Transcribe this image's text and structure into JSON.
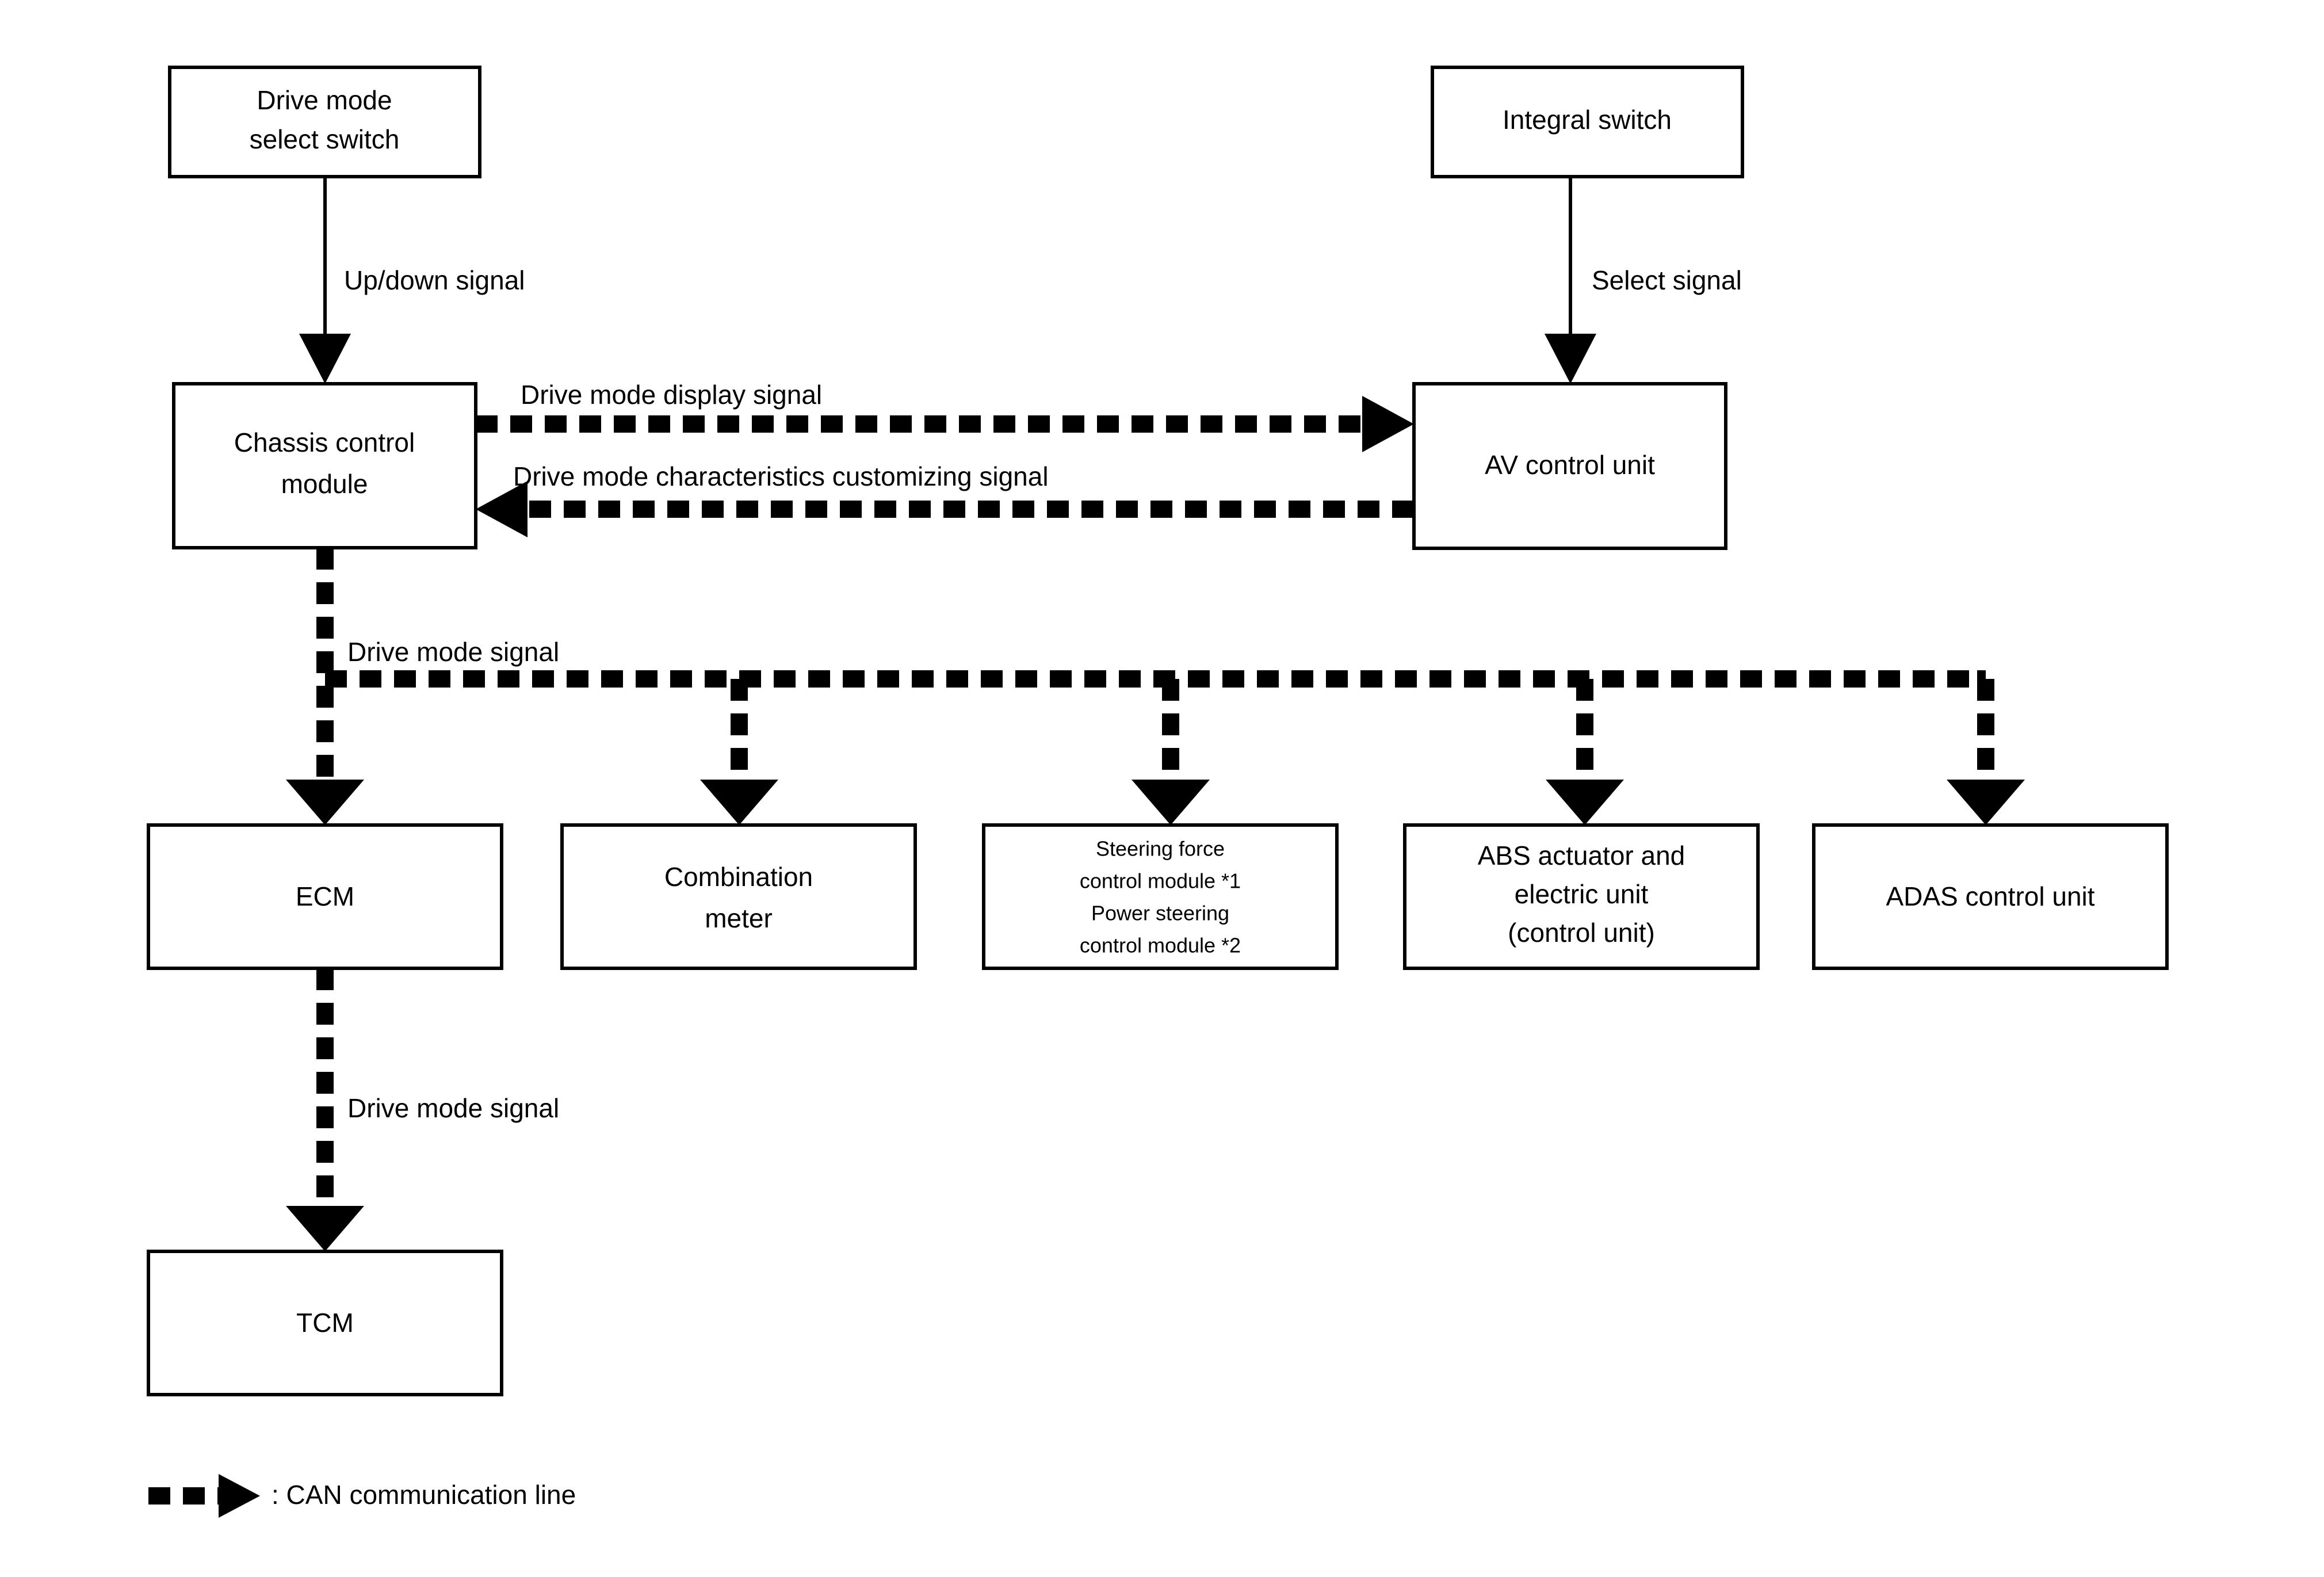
{
  "diagram": {
    "type": "block-diagram",
    "title": "Drive mode system CAN communication block diagram",
    "nodes": [
      {
        "id": "drive-mode-select-switch",
        "lines": [
          "Drive mode",
          "select switch"
        ]
      },
      {
        "id": "integral-switch",
        "lines": [
          "Integral switch"
        ]
      },
      {
        "id": "chassis-control-module",
        "lines": [
          "Chassis control",
          "module"
        ]
      },
      {
        "id": "av-control-unit",
        "lines": [
          "AV control unit"
        ]
      },
      {
        "id": "ecm",
        "lines": [
          "ECM"
        ]
      },
      {
        "id": "combination-meter",
        "lines": [
          "Combination",
          "meter"
        ]
      },
      {
        "id": "steering-control-module",
        "lines": [
          "Steering force",
          "control module *1",
          "Power steering",
          "control module *2"
        ]
      },
      {
        "id": "abs-actuator",
        "lines": [
          "ABS actuator and",
          "electric unit",
          "(control unit)"
        ]
      },
      {
        "id": "adas-control-unit",
        "lines": [
          "ADAS control unit"
        ]
      },
      {
        "id": "tcm",
        "lines": [
          "TCM"
        ]
      }
    ],
    "edges": [
      {
        "id": "switch-to-chassis",
        "label": "Up/down signal",
        "kind": "plain",
        "from": "drive-mode-select-switch",
        "to": "chassis-control-module"
      },
      {
        "id": "integral-to-av",
        "label": "Select signal",
        "kind": "plain",
        "from": "integral-switch",
        "to": "av-control-unit"
      },
      {
        "id": "chassis-to-av",
        "label": "Drive mode display signal",
        "kind": "can",
        "from": "chassis-control-module",
        "to": "av-control-unit"
      },
      {
        "id": "av-to-chassis",
        "label": "Drive mode characteristics customizing signal",
        "kind": "can",
        "from": "av-control-unit",
        "to": "chassis-control-module"
      },
      {
        "id": "chassis-bus",
        "label": "Drive mode signal",
        "kind": "can",
        "from": "chassis-control-module",
        "to": "bus"
      },
      {
        "id": "ecm-to-tcm",
        "label": "Drive mode signal",
        "kind": "can",
        "from": "ecm",
        "to": "tcm"
      }
    ],
    "legend": {
      "symbol_name": "can-line-arrow-icon",
      "text": ": CAN communication line"
    }
  }
}
